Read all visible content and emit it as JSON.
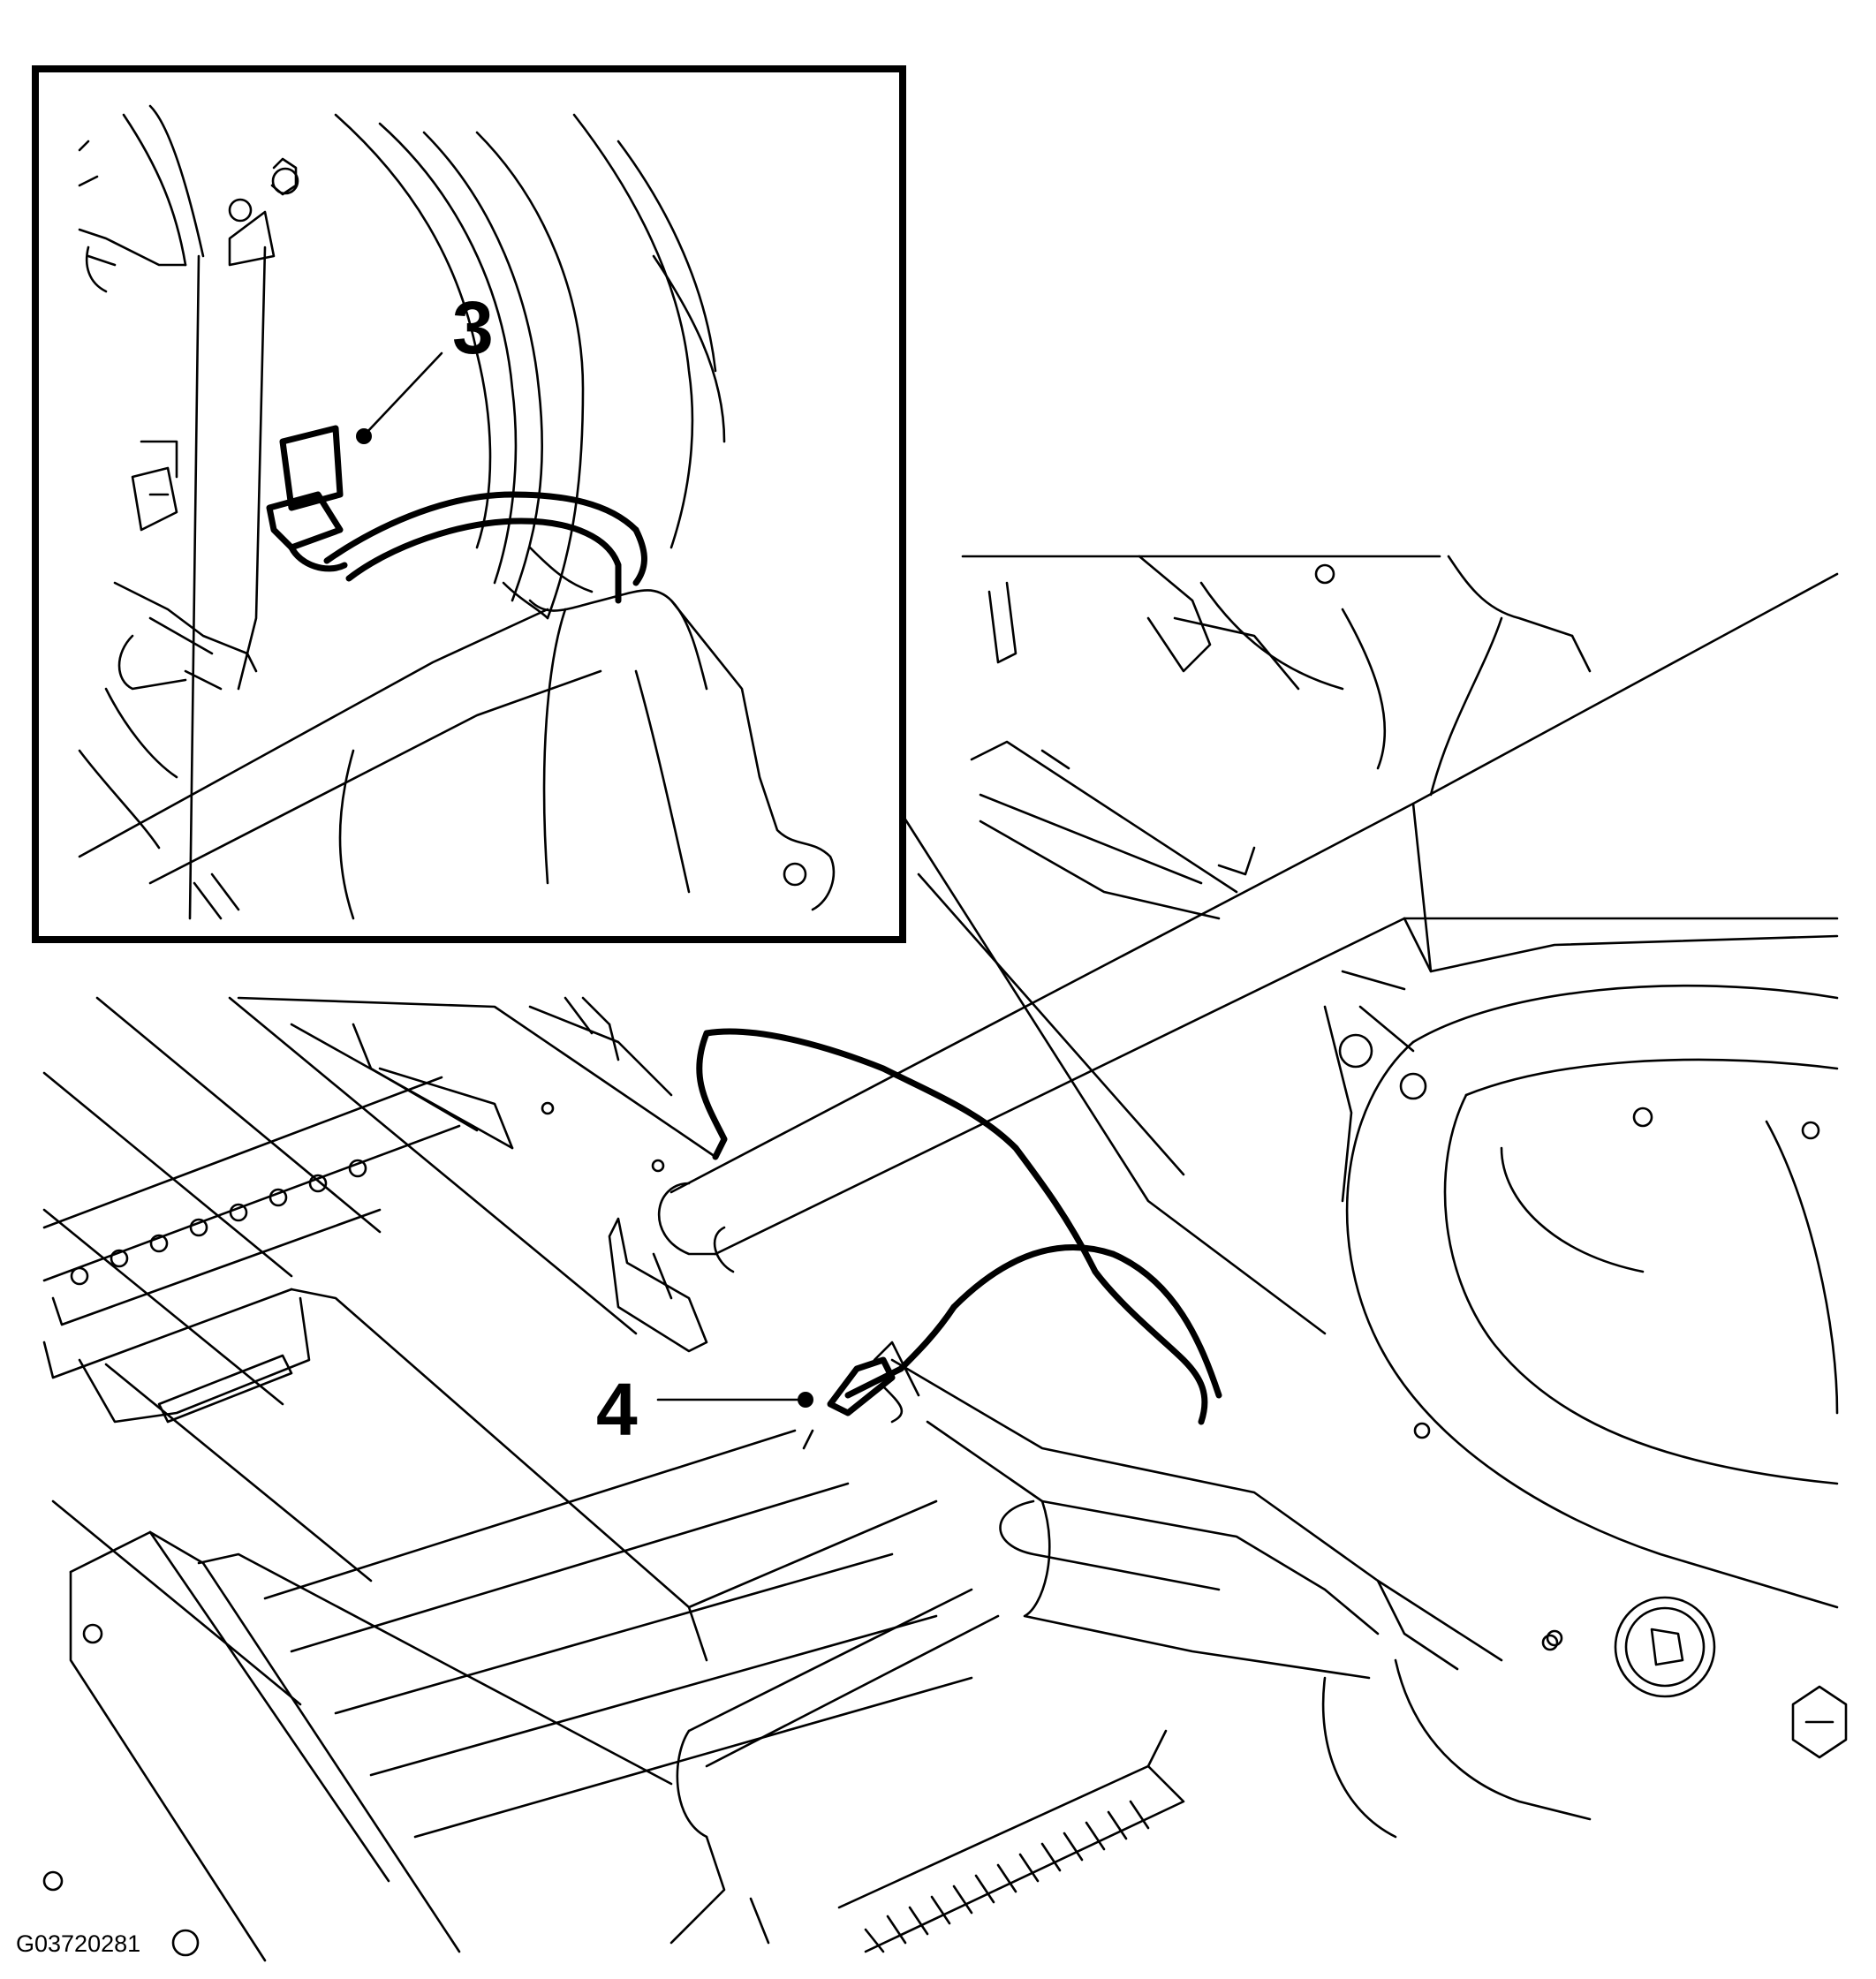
{
  "figure": {
    "id": "G03720281",
    "callouts": [
      {
        "number": "3"
      },
      {
        "number": "4"
      }
    ]
  }
}
